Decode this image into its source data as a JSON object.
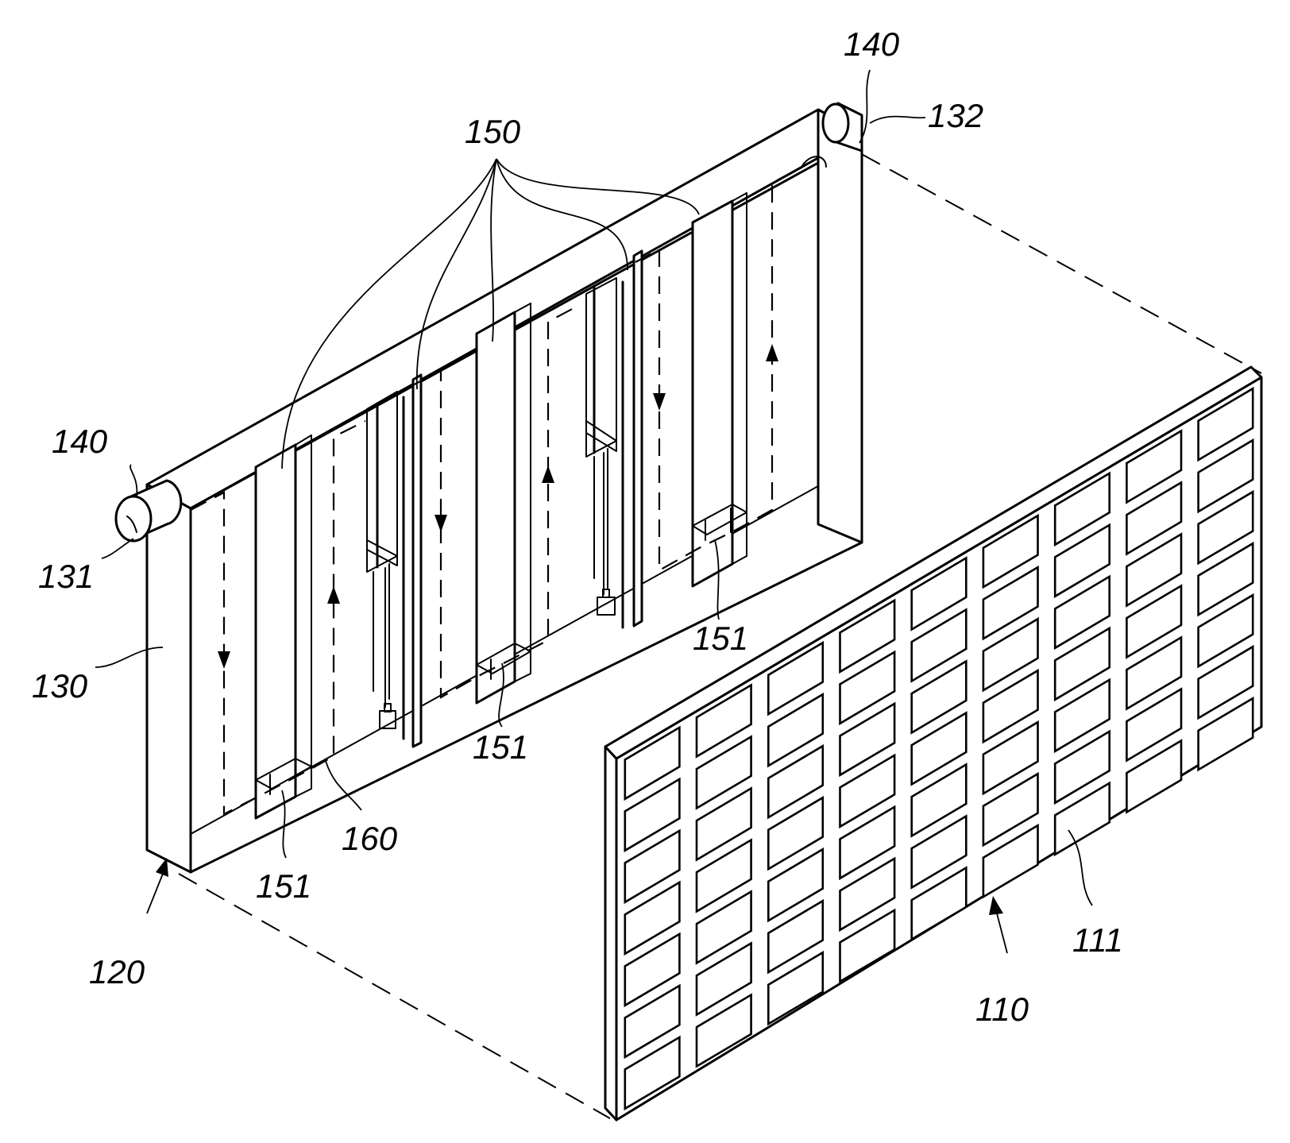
{
  "labels": {
    "l140_top": "140",
    "l132": "132",
    "l150": "150",
    "l140_left": "140",
    "l131": "131",
    "l130": "130",
    "l151_right": "151",
    "l151_mid": "151",
    "l151_left": "151",
    "l160": "160",
    "l120": "120",
    "l111": "111",
    "l110": "110"
  },
  "panel": {
    "columns": 9,
    "rows": 7
  }
}
